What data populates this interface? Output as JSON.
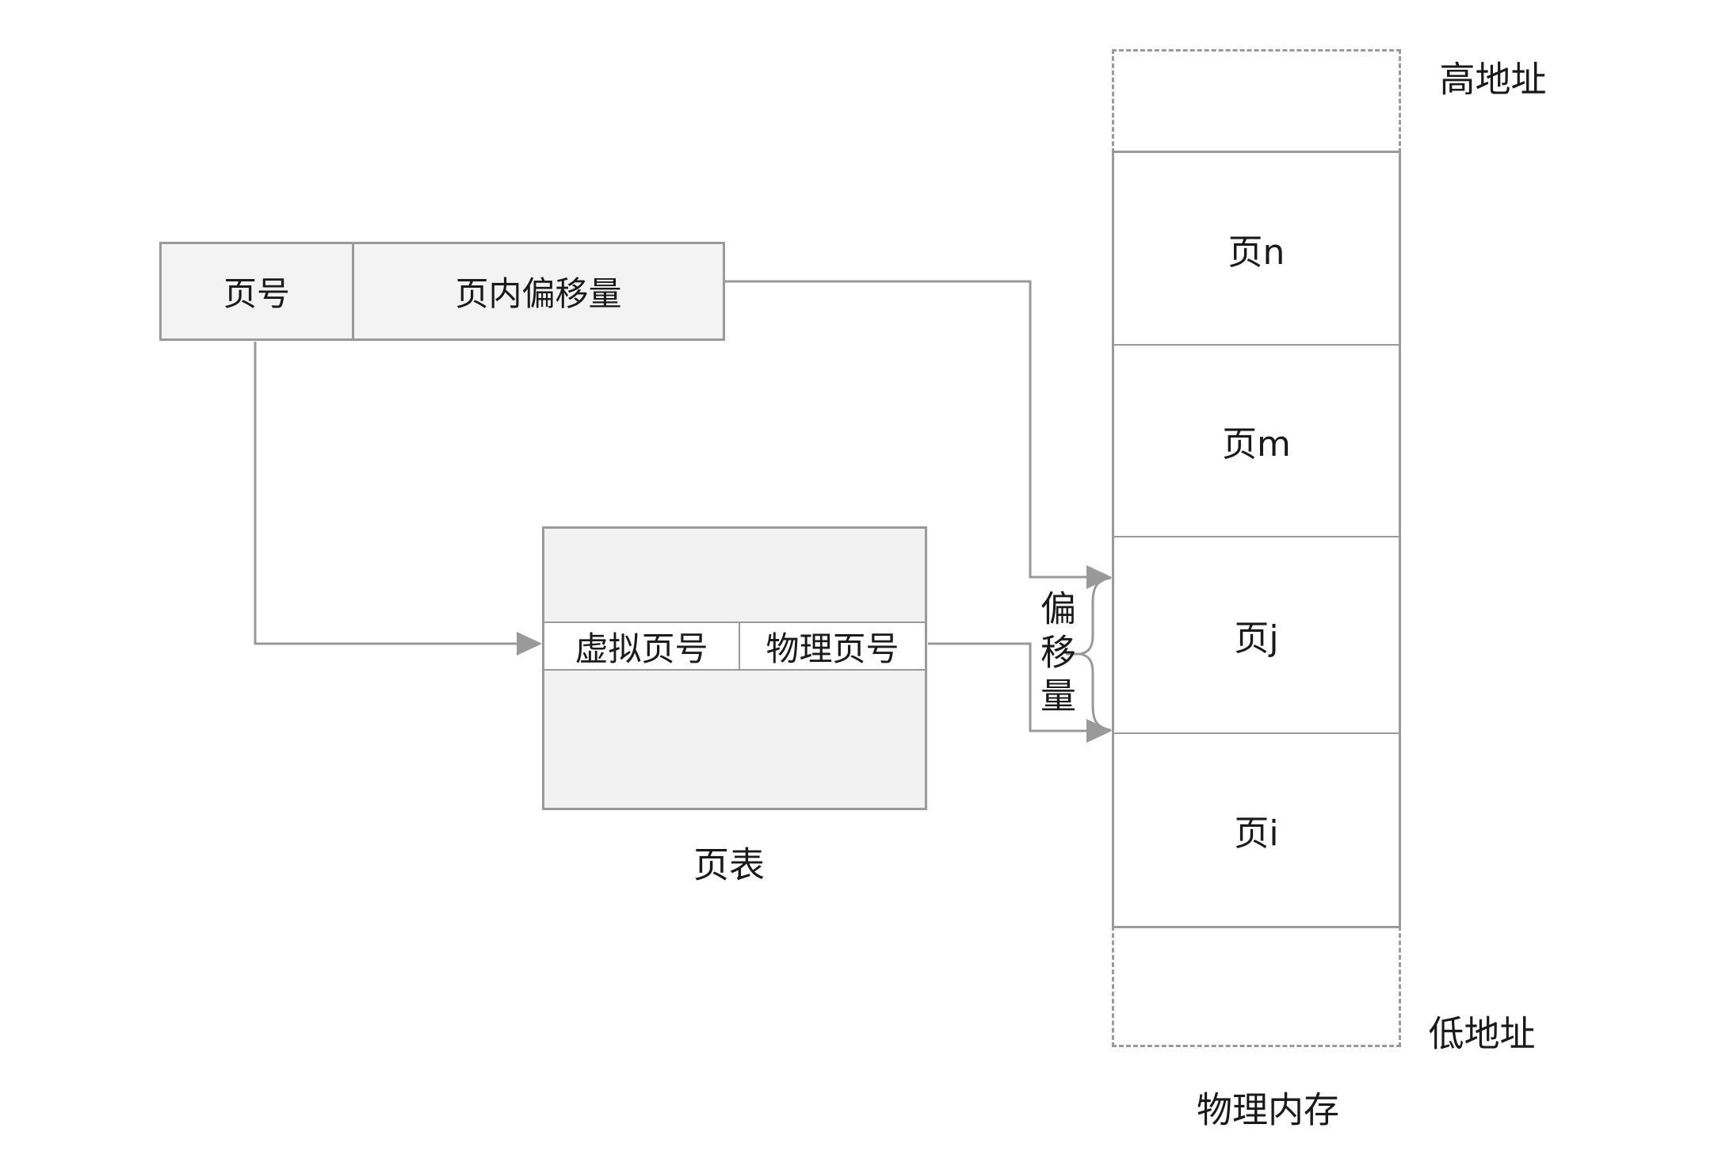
{
  "virtual_address": {
    "page_number": "页号",
    "page_offset": "页内偏移量"
  },
  "page_table": {
    "label": "页表",
    "virtual_page_column": "虚拟页号",
    "physical_page_column": "物理页号"
  },
  "memory": {
    "label": "物理内存",
    "high_address": "高地址",
    "low_address": "低地址",
    "offset": "偏移量",
    "pages": [
      "页n",
      "页m",
      "页j",
      "页i"
    ]
  },
  "colors": {
    "line": "#999999",
    "border": "#9a9a9a",
    "box_fill": "#f3f3f3",
    "text": "#1a1a1a",
    "background": "#ffffff"
  }
}
